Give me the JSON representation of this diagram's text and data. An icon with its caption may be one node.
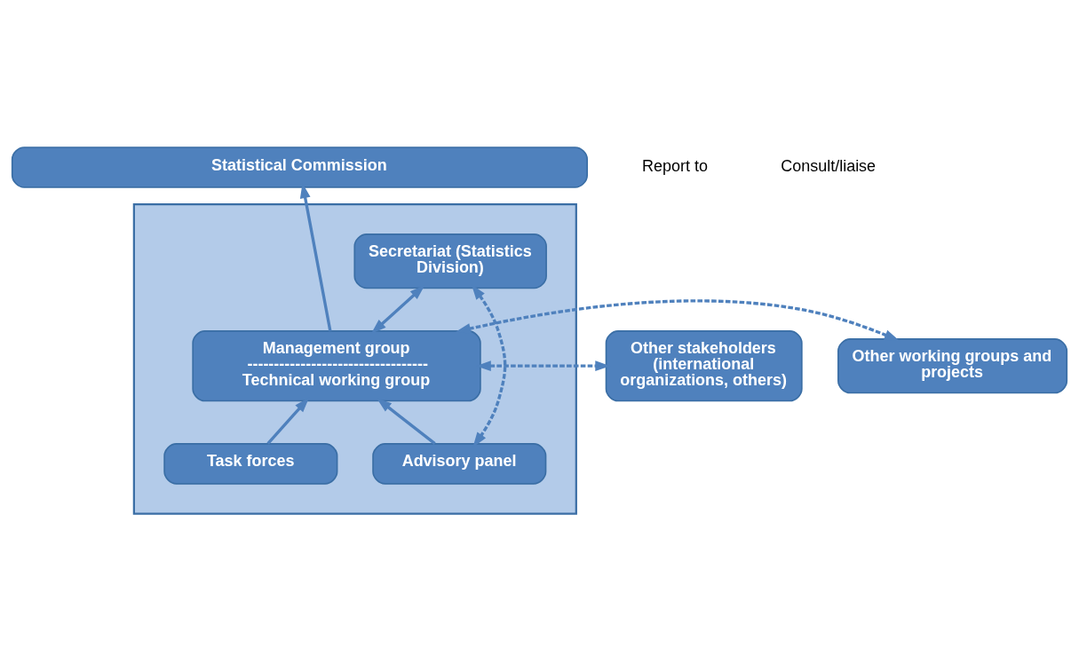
{
  "diagram": {
    "nodes": [
      {
        "text": [
          "Statistical Commission"
        ]
      },
      {
        "text": [],
        "shape": "box"
      },
      {
        "text": [
          "Secretariat (Statistics Division)"
        ],
        "in": 1
      },
      {
        "text": [
          "Management group",
          "----------------------------------",
          "Technical working group"
        ],
        "in": 1
      },
      {
        "text": [
          "Other stakeholders (international organizations, others)"
        ]
      },
      {
        "text": [
          "Other working groups and projects"
        ]
      },
      {
        "text": [
          "Advisory panel"
        ],
        "in": 1
      },
      {
        "text": [
          "Task forces"
        ],
        "in": 1
      }
    ],
    "edges": [
      {
        "from": 3,
        "to": 0,
        "arrow": "to"
      },
      {
        "from": 2,
        "to": 3,
        "arrow": "both"
      },
      {
        "from": 2,
        "to": 6,
        "arrow": "both",
        "style": "dashed"
      },
      {
        "from": 6,
        "to": 3,
        "arrow": "to"
      },
      {
        "from": 7,
        "to": 3,
        "arrow": "to"
      },
      {
        "from": 3,
        "to": 4,
        "arrow": "both",
        "style": "dashed"
      },
      {
        "from": 3,
        "to": 5,
        "arrow": "both",
        "style": "dashed"
      }
    ],
    "legend": [
      {
        "text": "Report to"
      },
      {
        "text": "Consult/liaise"
      }
    ]
  }
}
